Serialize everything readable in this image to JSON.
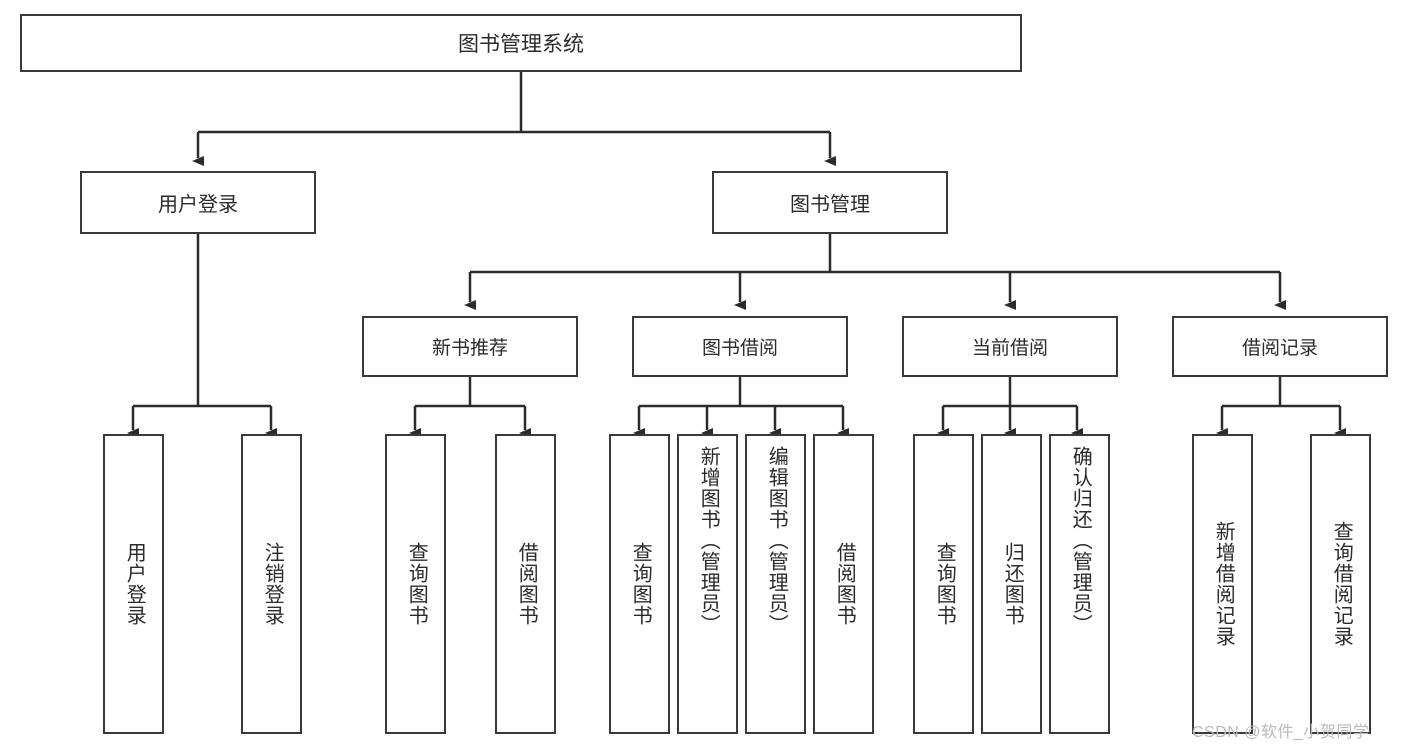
{
  "diagram": {
    "type": "tree-hierarchy",
    "title": "图书管理系统",
    "root": {
      "label": "图书管理系统"
    },
    "level2": [
      {
        "id": "user-login",
        "label": "用户登录"
      },
      {
        "id": "book-manage",
        "label": "图书管理"
      }
    ],
    "level3": [
      {
        "id": "new-book-recommend",
        "label": "新书推荐",
        "parent": "book-manage"
      },
      {
        "id": "book-borrow",
        "label": "图书借阅",
        "parent": "book-manage"
      },
      {
        "id": "current-borrow",
        "label": "当前借阅",
        "parent": "book-manage"
      },
      {
        "id": "borrow-record",
        "label": "借阅记录",
        "parent": "book-manage"
      }
    ],
    "leaves": [
      {
        "id": "leaf-user-login",
        "label": "用户登录",
        "parent": "user-login"
      },
      {
        "id": "leaf-logout-login",
        "label": "注销登录",
        "parent": "user-login"
      },
      {
        "id": "leaf-query-book-1",
        "label": "查询图书",
        "parent": "new-book-recommend"
      },
      {
        "id": "leaf-borrow-book-1",
        "label": "借阅图书",
        "parent": "new-book-recommend"
      },
      {
        "id": "leaf-query-book-2",
        "label": "查询图书",
        "parent": "book-borrow"
      },
      {
        "id": "leaf-add-book",
        "label": "新增图书（管理员）",
        "parent": "book-borrow"
      },
      {
        "id": "leaf-edit-book",
        "label": "编辑图书（管理员）",
        "parent": "book-borrow"
      },
      {
        "id": "leaf-borrow-book-2",
        "label": "借阅图书",
        "parent": "book-borrow"
      },
      {
        "id": "leaf-query-book-3",
        "label": "查询图书",
        "parent": "current-borrow"
      },
      {
        "id": "leaf-return-book",
        "label": "归还图书",
        "parent": "current-borrow"
      },
      {
        "id": "leaf-confirm-return",
        "label": "确认归还（管理员）",
        "parent": "current-borrow"
      },
      {
        "id": "leaf-add-record",
        "label": "新增借阅记录",
        "parent": "borrow-record"
      },
      {
        "id": "leaf-query-record",
        "label": "查询借阅记录",
        "parent": "borrow-record"
      }
    ],
    "colors": {
      "border": "#3a3a3a",
      "text": "#2b2b2b",
      "background": "#ffffff",
      "connector": "#2b2b2b",
      "watermark": "#b9b9b9"
    }
  },
  "watermark": {
    "text": "CSDN @软件_小贺同学"
  }
}
